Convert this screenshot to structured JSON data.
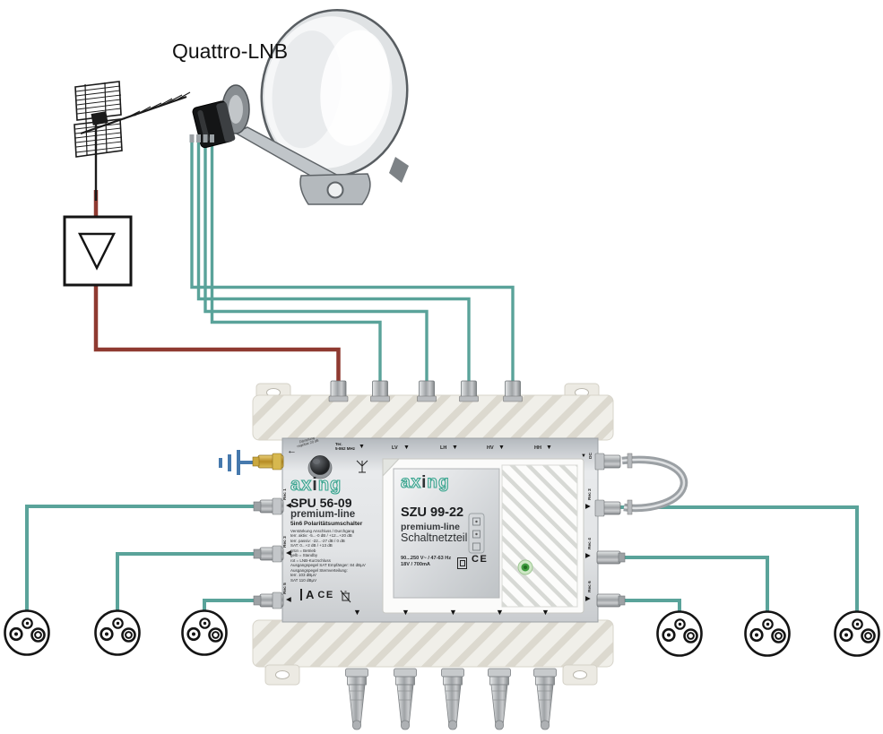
{
  "title": {
    "dish_label": "Quattro-LNB"
  },
  "brand": {
    "ax": "ax",
    "i": "i",
    "ng": "ng"
  },
  "icons": {
    "triangle_down": "▼",
    "triangle_left": "◀",
    "triangle_right": "▶",
    "arrow_left": "←"
  },
  "multiswitch": {
    "model": "SPU 56-09",
    "series": "premium-line",
    "subtitle": "5in6 Polaritätsumschalter",
    "knob_label": "Dämpfung\nregelbar 20 dB",
    "spec_text": "Verstärkung Anschluss / Durchgang\nterr. aktiv: -5...-0 dB / +12...+20 dB\nterr. passiv: -22...-27 dB / 0 dB\nSAT: 0...+2 dB / +13 dB\ngrün = Betrieb\ngelb = Standby\nrot = LNB-Kurzschluss\nAusgangspegel SAT Empfänger: 84 dBµV\nAusgangspegel Sternverteilung:\nterr. 103 dBµV\nSAT 110 dBµV",
    "marks": {
      "a": "A",
      "ce": "CE"
    },
    "ports": {
      "ter_line1": "Ter.",
      "ter_line2": "5-862 MHz",
      "top": [
        "LV",
        "LH",
        "HV",
        "HH"
      ],
      "dc": "DC",
      "left": [
        "Rec 1",
        "Rec 3",
        "Rec 5"
      ],
      "right": [
        "Rec 2",
        "Rec 4",
        "Rec 6"
      ]
    }
  },
  "psu": {
    "model": "SZU 99-22",
    "series": "premium-line",
    "type": "Schaltnetzteil",
    "ratings": "90...250 V~ / 47-63 Hz\n18V / 700mA",
    "ce": "CE"
  },
  "colors": {
    "sat_cable": "#5aa39a",
    "terr_cable": "#8f3a31",
    "ground_wire": "#4679ad",
    "brand_teal": "#35a38d",
    "led_green": "#3f9b3f"
  }
}
